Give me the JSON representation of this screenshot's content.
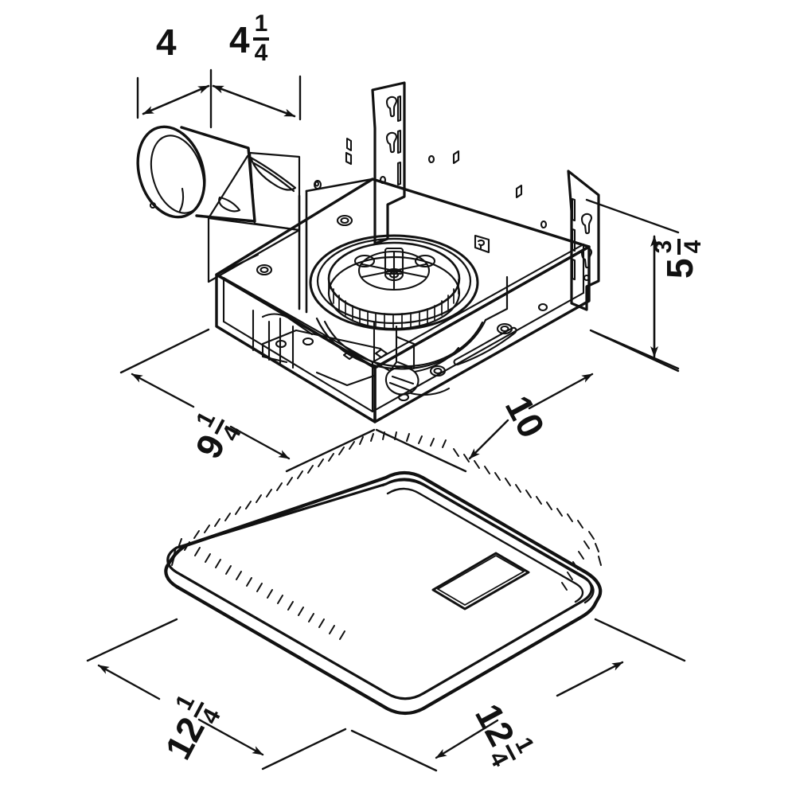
{
  "title": "Bathroom exhaust fan assembly dimensional drawing",
  "drawing": {
    "style": "isometric line drawing, black on white",
    "line_color": "#111111",
    "background_color": "#ffffff",
    "parts": [
      {
        "name": "fan-housing",
        "description": "sheet metal box housing with blower wheel"
      },
      {
        "name": "duct-collar",
        "description": "round duct connector with transition cone"
      },
      {
        "name": "mounting-bracket-left",
        "description": "bracket with keyhole and elongated slots"
      },
      {
        "name": "mounting-bracket-right",
        "description": "bracket with keyhole and elongated slots"
      },
      {
        "name": "blower-wheel",
        "description": "squirrel cage blower wheel"
      },
      {
        "name": "motor-assembly",
        "description": "motor and wiring under blower"
      },
      {
        "name": "grille-cover",
        "description": "rounded square grille with perimeter vent slots and center slot"
      }
    ]
  },
  "dimensions": {
    "duct_collar_width": {
      "label": "4",
      "whole": "4",
      "numerator": "",
      "denominator": "",
      "unit": "in"
    },
    "duct_collar_offset": {
      "label": "4 1/4",
      "whole": "4",
      "numerator": "1",
      "denominator": "4",
      "unit": "in"
    },
    "housing_height": {
      "label": "5 3/4",
      "whole": "5",
      "numerator": "3",
      "denominator": "4",
      "unit": "in"
    },
    "housing_depth": {
      "label": "9 1/4",
      "whole": "9",
      "numerator": "1",
      "denominator": "4",
      "unit": "in"
    },
    "housing_width": {
      "label": "10",
      "whole": "10",
      "numerator": "",
      "denominator": "",
      "unit": "in"
    },
    "grille_depth": {
      "label": "12 1/4",
      "whole": "12",
      "numerator": "1",
      "denominator": "4",
      "unit": "in"
    },
    "grille_width": {
      "label": "12 1/4",
      "whole": "12",
      "numerator": "1",
      "denominator": "4",
      "unit": "in"
    }
  }
}
